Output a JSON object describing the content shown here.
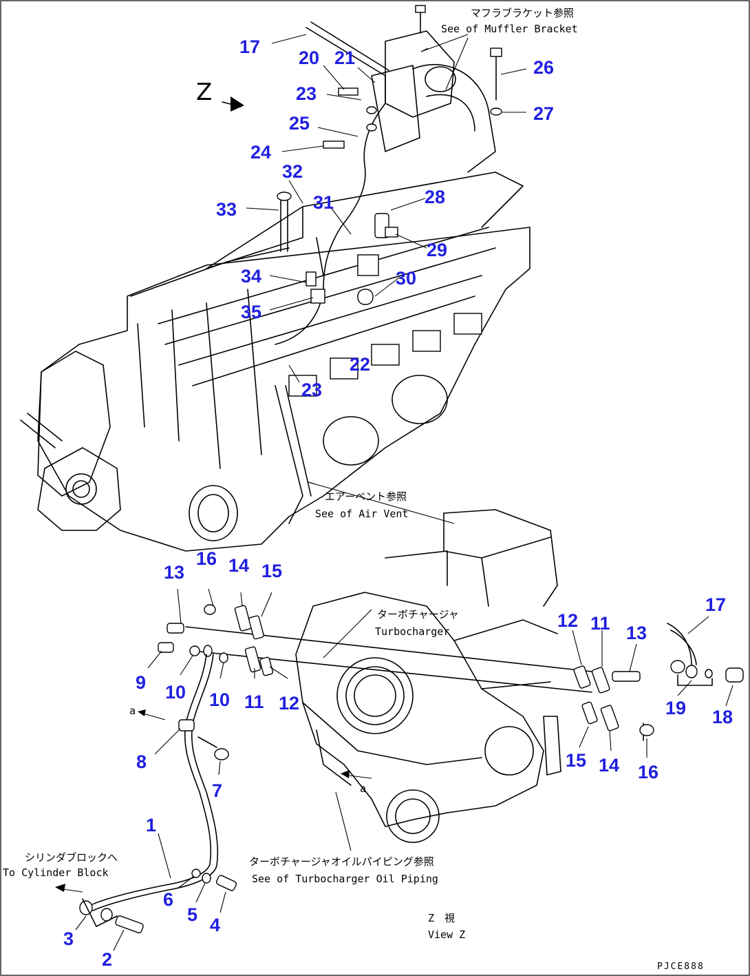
{
  "notes": {
    "muffler_jp": "マフラブラケット参照",
    "muffler_en": "See of Muffler Bracket",
    "airvent_jp": "エアーベント参照",
    "airvent_en": "See of Air Vent",
    "turbo_jp": "ターボチャージャ",
    "turbo_en": "Turbocharger",
    "cylinder_jp": "シリンダブロックへ",
    "cylinder_en": "To Cylinder Block",
    "oilpiping_jp": "ターボチャージャオイルパイピング参照",
    "oilpiping_en": "See of Turbocharger Oil Piping",
    "view_jp": "Z　視",
    "view_en": "View Z",
    "z_mark": "Z",
    "a_mark_left": "a",
    "a_mark_right": "a",
    "drawing_code": "PJCE888"
  },
  "callouts": {
    "c17a": "17",
    "c20": "20",
    "c21": "21",
    "c26": "26",
    "c23a": "23",
    "c27": "27",
    "c25": "25",
    "c24": "24",
    "c32": "32",
    "c28": "28",
    "c33": "33",
    "c31": "31",
    "c29": "29",
    "c34": "34",
    "c30": "30",
    "c35": "35",
    "c22": "22",
    "c23b": "23",
    "c13a": "13",
    "c16a": "16",
    "c14a": "14",
    "c15a": "15",
    "c9": "9",
    "c10a": "10",
    "c10b": "10",
    "c11a": "11",
    "c12a": "12",
    "c8": "8",
    "c7": "7",
    "c1": "1",
    "c6": "6",
    "c5": "5",
    "c4": "4",
    "c3": "3",
    "c2": "2",
    "c12b": "12",
    "c11b": "11",
    "c13b": "13",
    "c17b": "17",
    "c19": "19",
    "c18": "18",
    "c15b": "15",
    "c14b": "14",
    "c16b": "16"
  }
}
